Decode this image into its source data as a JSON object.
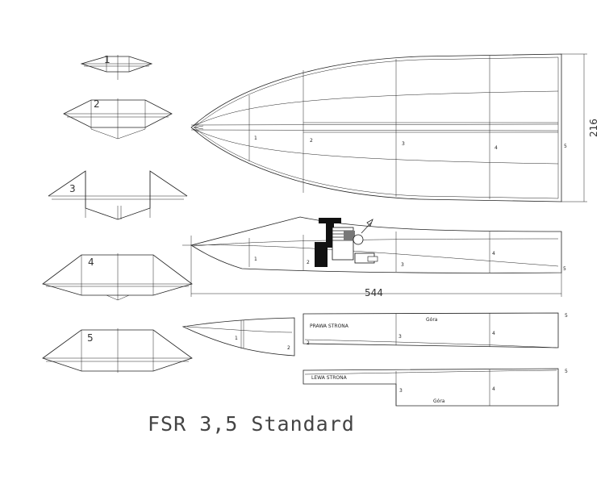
{
  "title": "FSR 3,5 Standard",
  "dimensions": {
    "beam": "216",
    "length": "544"
  },
  "frames": [
    "1",
    "2",
    "3",
    "4",
    "5"
  ],
  "side_panels": {
    "right": {
      "label": "PRAWA STRONA",
      "top": "Góra"
    },
    "left": {
      "label": "LEWA STRONA",
      "top": "Góra"
    }
  }
}
